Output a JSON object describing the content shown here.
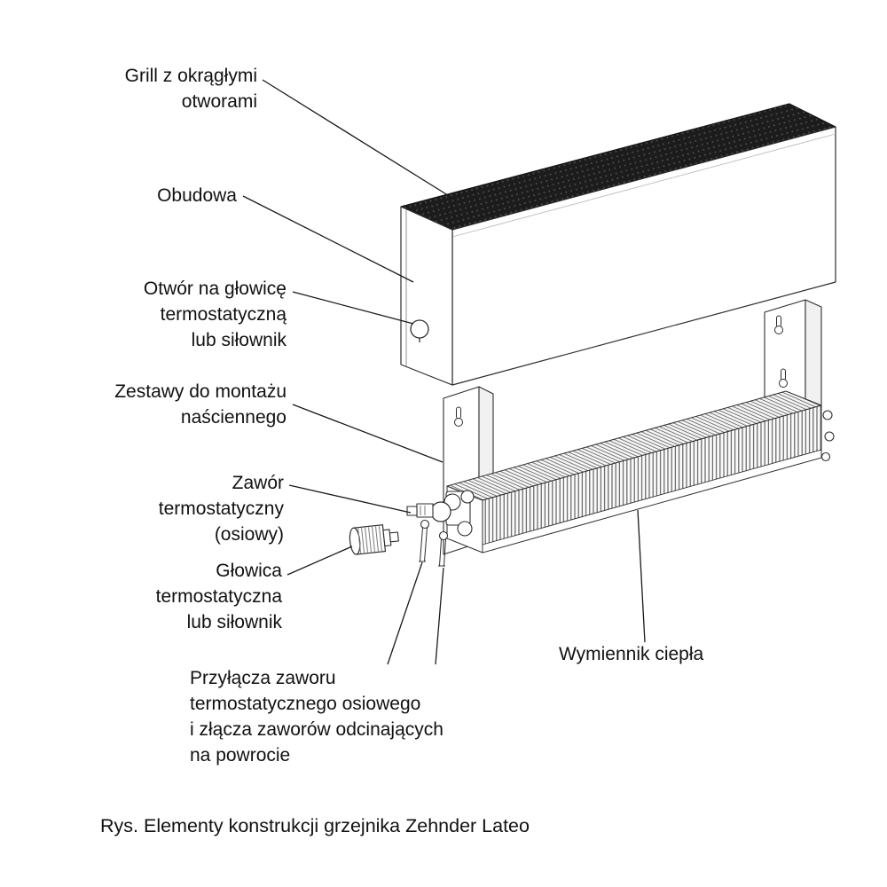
{
  "figure": {
    "caption": "Rys. Elementy konstrukcji grzejnika Zehnder Lateo",
    "colors": {
      "ink": "#111111",
      "outline": "#2e2e2e",
      "grill_fill": "#1c1c1c",
      "background": "#ffffff"
    }
  },
  "labels": {
    "grill": "Grill z okrągłymi\notworami",
    "obudowa": "Obudowa",
    "otwor": "Otwór na głowicę\ntermostatyczną\nlub siłownik",
    "zestawy": "Zestawy do montażu\nnaściennego",
    "zawor": "Zawór\ntermostatyczny\n(osiowy)",
    "glowica": "Głowica\ntermostatyczna\nlub siłownik",
    "przylacza": "Przyłącza zaworu\ntermostatycznego osiowego\ni złącza zaworów odcinających\nna powrocie",
    "wymiennik": "Wymiennik ciepła"
  }
}
